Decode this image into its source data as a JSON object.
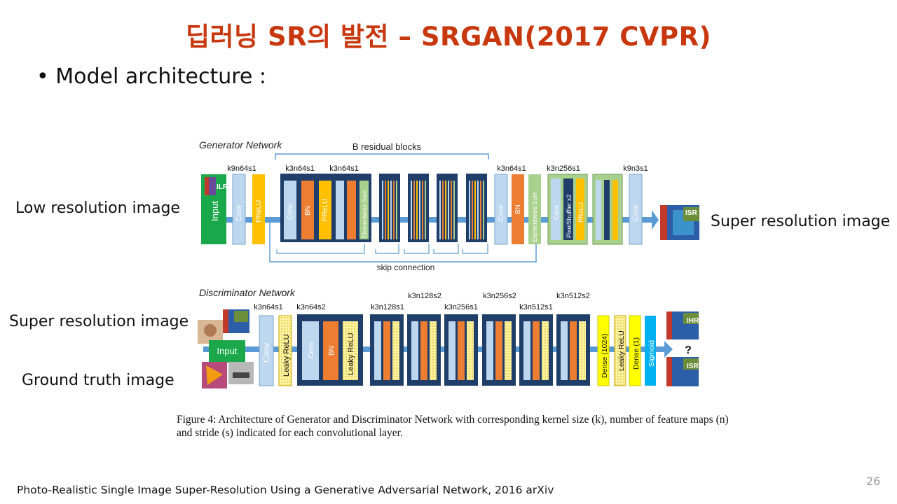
{
  "slide": {
    "title": "딥러닝 SR의 발전 – SRGAN(2017 CVPR)",
    "bullet": "• Model architecture :",
    "page_number": "26",
    "reference": "Photo-Realistic Single Image Super-Resolution Using a Generative Adversarial Network, 2016 arXiv"
  },
  "side_labels": {
    "low_res": "Low resolution image",
    "super_res_out": "Super resolution image",
    "super_res_in": "Super resolution image",
    "ground_truth": "Ground truth image"
  },
  "generator": {
    "title": "Generator Network",
    "residual_label": "B residual blocks",
    "skip_label": "skip connection",
    "input_label": "Input",
    "input_tag": "ILR",
    "output_tag": "ISR",
    "params": [
      "k9n64s1",
      "k3n64s1",
      "k3n64s1",
      "k3n64s1",
      "k3n256s1",
      "k9n3s1"
    ],
    "layers": {
      "conv": "Conv",
      "prelu": "PReLU",
      "bn": "BN",
      "sum": "Elementwise Sum",
      "pixel_shuffler": "PixelShuffler x2"
    }
  },
  "discriminator": {
    "title": "Discriminator Network",
    "input_label": "Input",
    "output_tag_hr": "IHR",
    "output_tag_sr": "ISR",
    "question": "?",
    "params_low": [
      "k3n64s1",
      "k3n64s2",
      "k3n128s1",
      "k3n256s1",
      "k3n512s1"
    ],
    "params_high": [
      "k3n128s2",
      "k3n256s2",
      "k3n512s2"
    ],
    "layers": {
      "conv": "Conv",
      "leaky_relu": "Leaky ReLU",
      "bn": "BN",
      "dense_1024": "Dense (1024)",
      "dense_1": "Dense (1)",
      "sigmoid": "Sigmoid"
    }
  },
  "caption": "Figure 4: Architecture of Generator and Discriminator Network with corresponding kernel size (k), number of feature maps (n) and stride (s) indicated for each convolutional layer.",
  "colors": {
    "title": "#c8380f",
    "input_green": "#1aa84a",
    "conv_blue": "#bdd7ee",
    "prelu_yellow": "#ffc000",
    "bn_orange": "#ed7d31",
    "block_navy": "#1f3f6a",
    "sum_green": "#a9d18e",
    "flow_arrow": "#5b9bd5",
    "leaky_yellow": "#fff2a0",
    "dense_yellow": "#ffff00",
    "sigmoid_blue": "#00b0f0"
  }
}
